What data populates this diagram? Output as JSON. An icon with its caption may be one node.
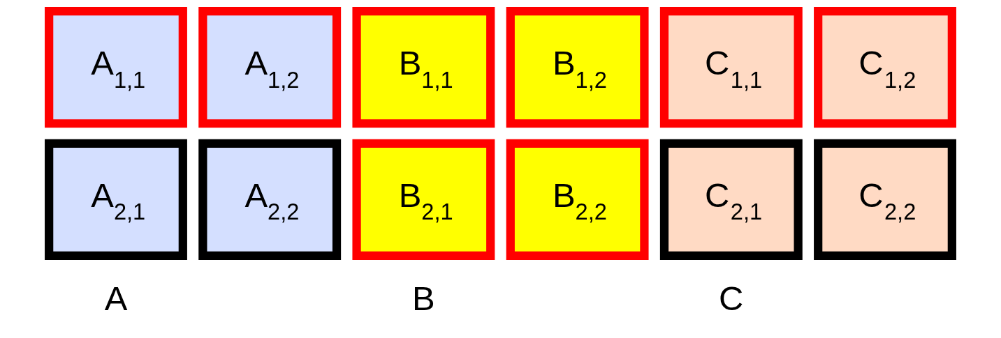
{
  "diagram": {
    "nodes": [
      {
        "text": [
          "A$_{1,1}$"
        ]
      },
      {
        "text": [
          "A$_{1,2}$"
        ]
      },
      {
        "text": [
          "A$_{2,1}$"
        ]
      },
      {
        "text": [
          "A$_{2,2}$"
        ]
      },
      {
        "text": [
          "B$_{1,1}$"
        ]
      },
      {
        "text": [
          "B$_{1,2}$"
        ]
      },
      {
        "text": [
          "B$_{2,1}$"
        ]
      },
      {
        "text": [
          "B$_{2,2}$"
        ]
      },
      {
        "text": [
          "C$_{1,1}$"
        ]
      },
      {
        "text": [
          "C$_{1,2}$"
        ]
      },
      {
        "text": [
          "C$_{2,1}$"
        ]
      },
      {
        "text": [
          "C$_{2,2}$"
        ]
      }
    ],
    "edges": [],
    "labels": [
      "A",
      "B",
      "C"
    ]
  }
}
